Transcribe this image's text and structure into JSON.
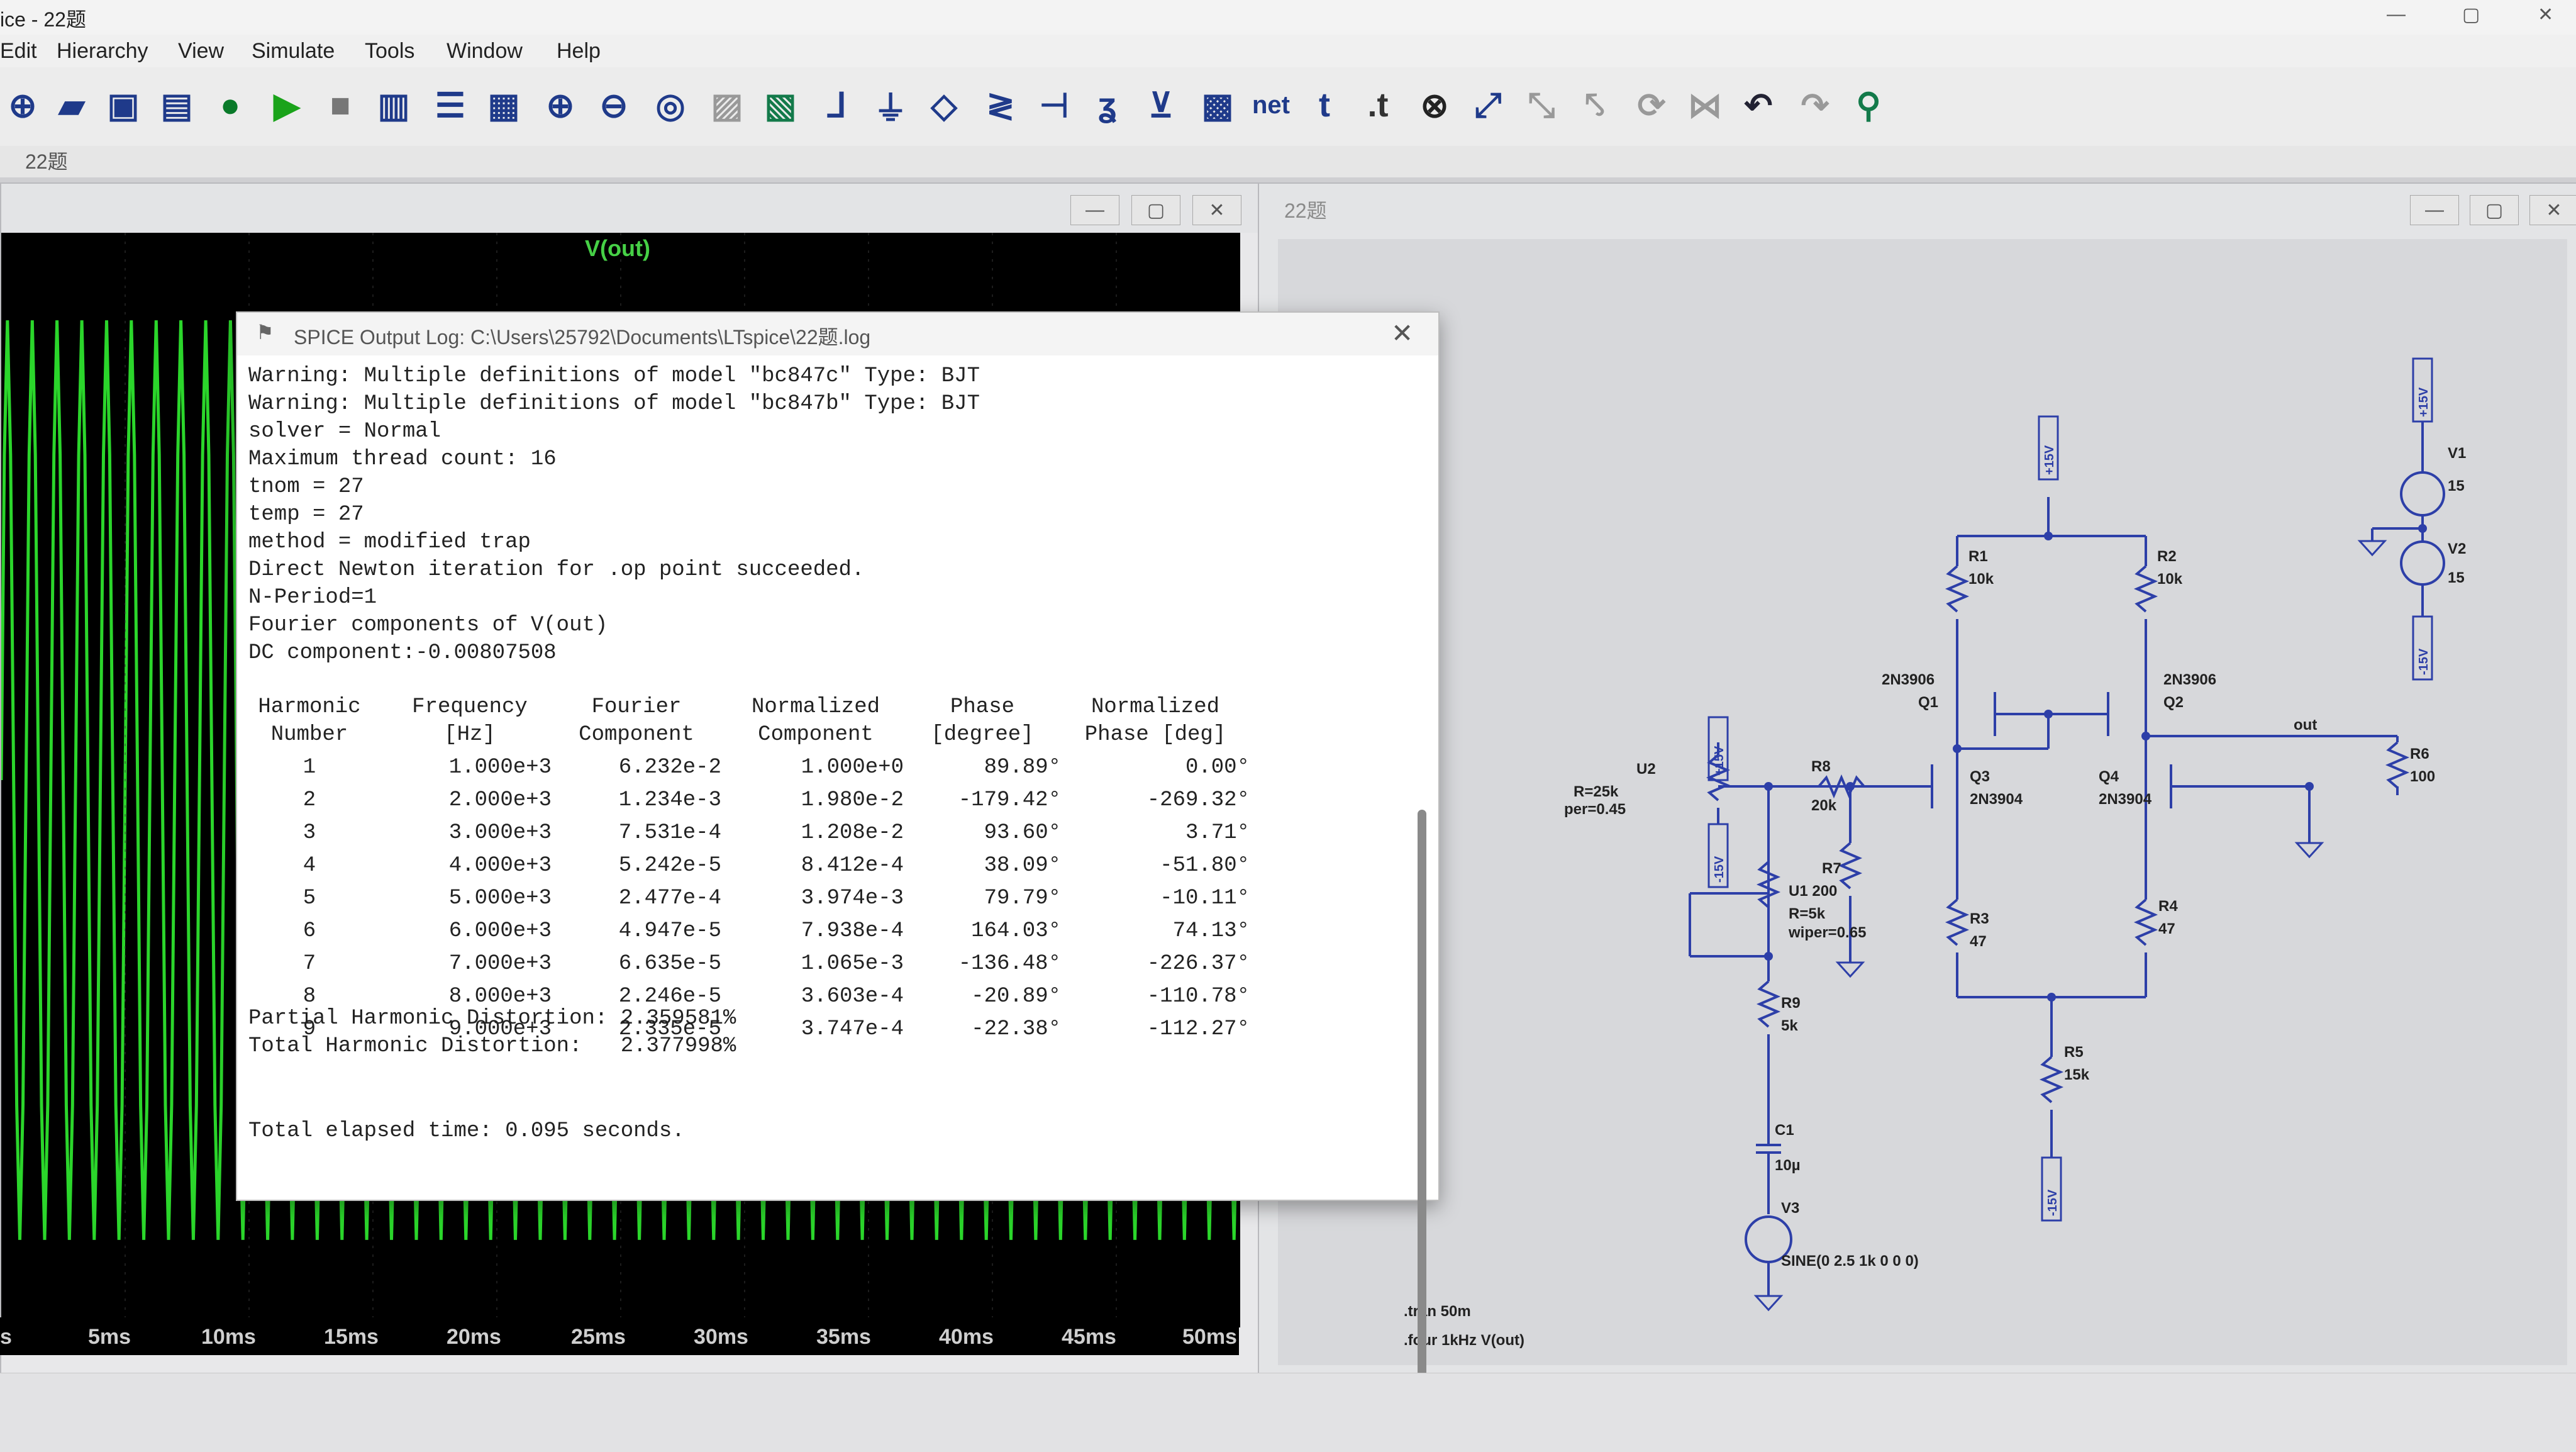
{
  "app": {
    "title": "ice - 22题",
    "win_controls": [
      "—",
      "▢",
      "✕"
    ]
  },
  "menu": [
    "Edit",
    "Hierarchy",
    "View",
    "Simulate",
    "Tools",
    "Window",
    "Help"
  ],
  "doc_tab": "22题",
  "waveform": {
    "trace": "V(out)",
    "ticks": [
      "s",
      "5ms",
      "10ms",
      "15ms",
      "20ms",
      "25ms",
      "30ms",
      "35ms",
      "40ms",
      "45ms",
      "50ms"
    ],
    "trace_color": "#2bd62b"
  },
  "schematic": {
    "title": "22题",
    "labels": {
      "u2": "U2",
      "u2r": "R=25k",
      "u2p": "per=0.45",
      "r8": "R8",
      "r8v": "20k",
      "r1": "R1",
      "r1v": "10k",
      "r2": "R2",
      "r2v": "10k",
      "q1m": "2N3906",
      "q1": "Q1",
      "q2m": "2N3906",
      "q2": "Q2",
      "q3": "Q3",
      "q3m": "2N3904",
      "q4": "Q4",
      "q4m": "2N3904",
      "r3": "R3",
      "r3v": "47",
      "r4": "R4",
      "r4v": "47",
      "r5": "R5",
      "r5v": "15k",
      "r6": "R6",
      "r6v": "100",
      "r7": "R7",
      "u1": "U1 200",
      "u1r": "R=5k",
      "u1w": "wiper=0.65",
      "r9": "R9",
      "r9v": "5k",
      "c1": "C1",
      "c1v": "10µ",
      "v3": "V3",
      "v3v": "SINE(0 2.5 1k 0 0 0)",
      "v1": "V1",
      "v1v": "15",
      "v2": "V2",
      "v2v": "15",
      "out": "out",
      "p15a": "+15V",
      "p15b": "+15V",
      "p15c": "+15V",
      "m15a": "-15V",
      "m15b": "-15V",
      "m15c": "-15V",
      "tran": ".tran 50m",
      "four": ".four 1kHz V(out)"
    }
  },
  "log": {
    "title": "SPICE Output Log: C:\\Users\\25792\\Documents\\LTspice\\22题.log",
    "lines": [
      "Warning: Multiple definitions of model \"bc847c\" Type: BJT",
      "Warning: Multiple definitions of model \"bc847b\" Type: BJT",
      "solver = Normal",
      "Maximum thread count: 16",
      "tnom = 27",
      "temp = 27",
      "method = modified trap",
      "Direct Newton iteration for .op point succeeded.",
      "N-Period=1",
      "Fourier components of V(out)",
      "DC component:-0.00807508"
    ],
    "headers1": [
      "Harmonic",
      "Frequency",
      "Fourier",
      "Normalized",
      "Phase",
      "Normalized"
    ],
    "headers2": [
      "Number",
      "[Hz]",
      "Component",
      "Component",
      "[degree]",
      "Phase [deg]"
    ],
    "rows": [
      [
        "1",
        "1.000e+3",
        "6.232e-2",
        "1.000e+0",
        "89.89°",
        "0.00°"
      ],
      [
        "2",
        "2.000e+3",
        "1.234e-3",
        "1.980e-2",
        "-179.42°",
        "-269.32°"
      ],
      [
        "3",
        "3.000e+3",
        "7.531e-4",
        "1.208e-2",
        "93.60°",
        "3.71°"
      ],
      [
        "4",
        "4.000e+3",
        "5.242e-5",
        "8.412e-4",
        "38.09°",
        "-51.80°"
      ],
      [
        "5",
        "5.000e+3",
        "2.477e-4",
        "3.974e-3",
        "79.79°",
        "-10.11°"
      ],
      [
        "6",
        "6.000e+3",
        "4.947e-5",
        "7.938e-4",
        "164.03°",
        "74.13°"
      ],
      [
        "7",
        "7.000e+3",
        "6.635e-5",
        "1.065e-3",
        "-136.48°",
        "-226.37°"
      ],
      [
        "8",
        "8.000e+3",
        "2.246e-5",
        "3.603e-4",
        "-20.89°",
        "-110.78°"
      ],
      [
        "9",
        "9.000e+3",
        "2.335e-5",
        "3.747e-4",
        "-22.38°",
        "-112.27°"
      ]
    ],
    "phd": "Partial Harmonic Distortion: 2.359581%",
    "thd": "Total Harmonic Distortion:   2.377998%",
    "elapsed": "Total elapsed time: 0.095 seconds."
  }
}
